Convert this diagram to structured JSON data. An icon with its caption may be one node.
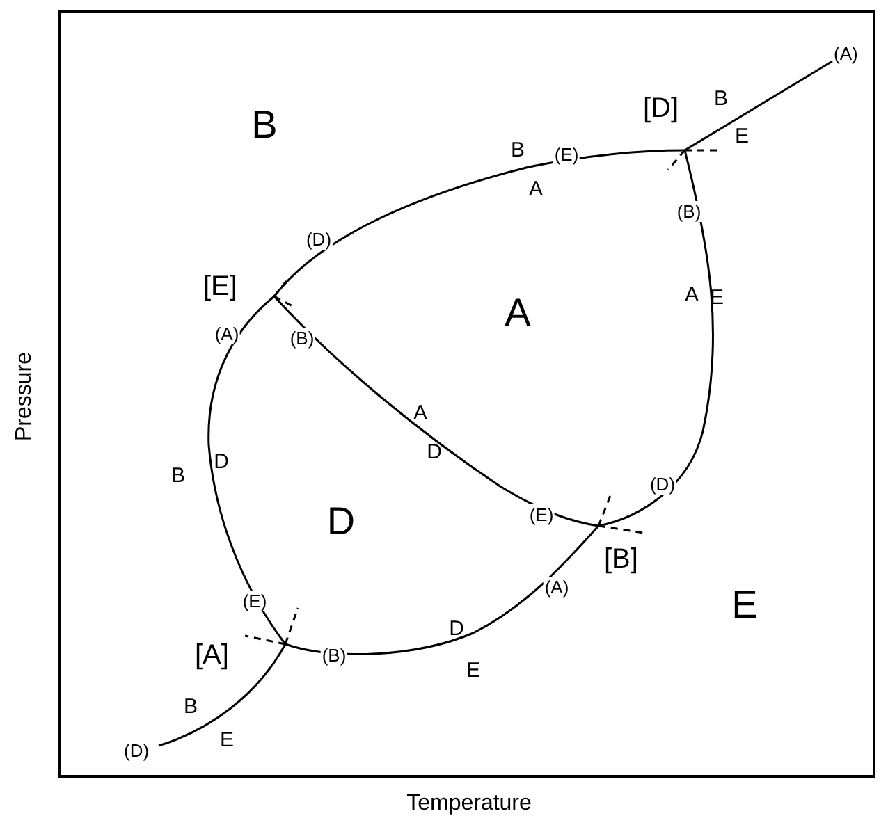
{
  "diagram": {
    "nodes": [
      {
        "text": [
          "(A)"
        ]
      },
      {
        "text": [
          "[D]"
        ]
      },
      {
        "text": [
          "[E]"
        ]
      },
      {
        "text": [
          "[B]"
        ]
      },
      {
        "text": [
          "[A]"
        ]
      },
      {
        "text": [
          "(D)"
        ]
      }
    ],
    "edges": [
      {
        "from": 2,
        "to": 1,
        "arrow": "none"
      },
      {
        "from": 1,
        "to": 0,
        "arrow": "none"
      },
      {
        "from": 1,
        "to": 3,
        "arrow": "none"
      },
      {
        "from": 2,
        "to": 3,
        "arrow": "none"
      },
      {
        "from": 4,
        "to": 2,
        "arrow": "none"
      },
      {
        "from": 4,
        "to": 3,
        "arrow": "none"
      },
      {
        "from": 4,
        "to": 5,
        "arrow": "none"
      }
    ],
    "labels": [
      "B",
      "B",
      "E",
      "B",
      "(E)",
      "A",
      "(B)",
      "(D)",
      "A",
      "E",
      "A",
      "(A)",
      "(B)",
      "Pressure",
      "A",
      "D",
      "D",
      "B",
      "(D)",
      "(E)",
      "D",
      "(A)",
      "(E)",
      "E",
      "D",
      "(B)",
      "E",
      "B",
      "E",
      "Temperature"
    ]
  }
}
